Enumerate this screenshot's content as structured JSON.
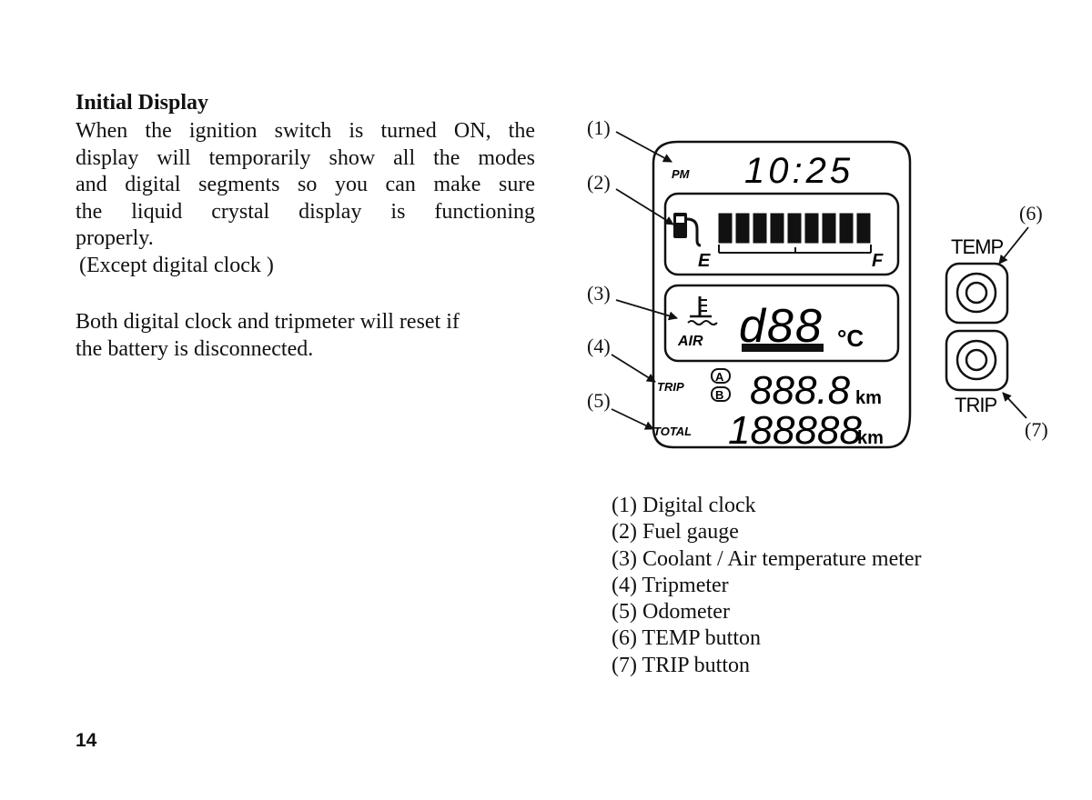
{
  "heading": "Initial Display",
  "paragraph1": [
    "When the ignition switch is turned ON, the",
    "display will temporarily show all the modes",
    "and digital segments so you can make sure",
    "the liquid crystal display is functioning",
    "properly.",
    "(Except digital clock )"
  ],
  "paragraph2": [
    "Both digital clock and tripmeter will reset if",
    "the battery is disconnected."
  ],
  "display": {
    "clock_period": "PM",
    "clock_time": "10:25",
    "fuel_empty": "E",
    "fuel_full": "F",
    "fuel_level": 1.0,
    "air_label": "AIR",
    "temp_value": "d88",
    "temp_unit": "°C",
    "trip_label": "TRIP",
    "trip_a": "A",
    "trip_b": "B",
    "trip_value": "888.8",
    "trip_unit": "km",
    "total_label": "TOTAL",
    "total_value": "188888",
    "total_unit": "km"
  },
  "buttons": {
    "temp_label": "TEMP",
    "trip_label": "TRIP"
  },
  "callouts": {
    "c1": "(1)",
    "c2": "(2)",
    "c3": "(3)",
    "c4": "(4)",
    "c5": "(5)",
    "c6": "(6)",
    "c7": "(7)"
  },
  "legend": [
    "(1) Digital clock",
    "(2) Fuel gauge",
    "(3)  Coolant / Air temperature meter",
    "(4) Tripmeter",
    "(5) Odometer",
    "(6) TEMP button",
    "(7) TRIP button"
  ],
  "page_number": "14"
}
